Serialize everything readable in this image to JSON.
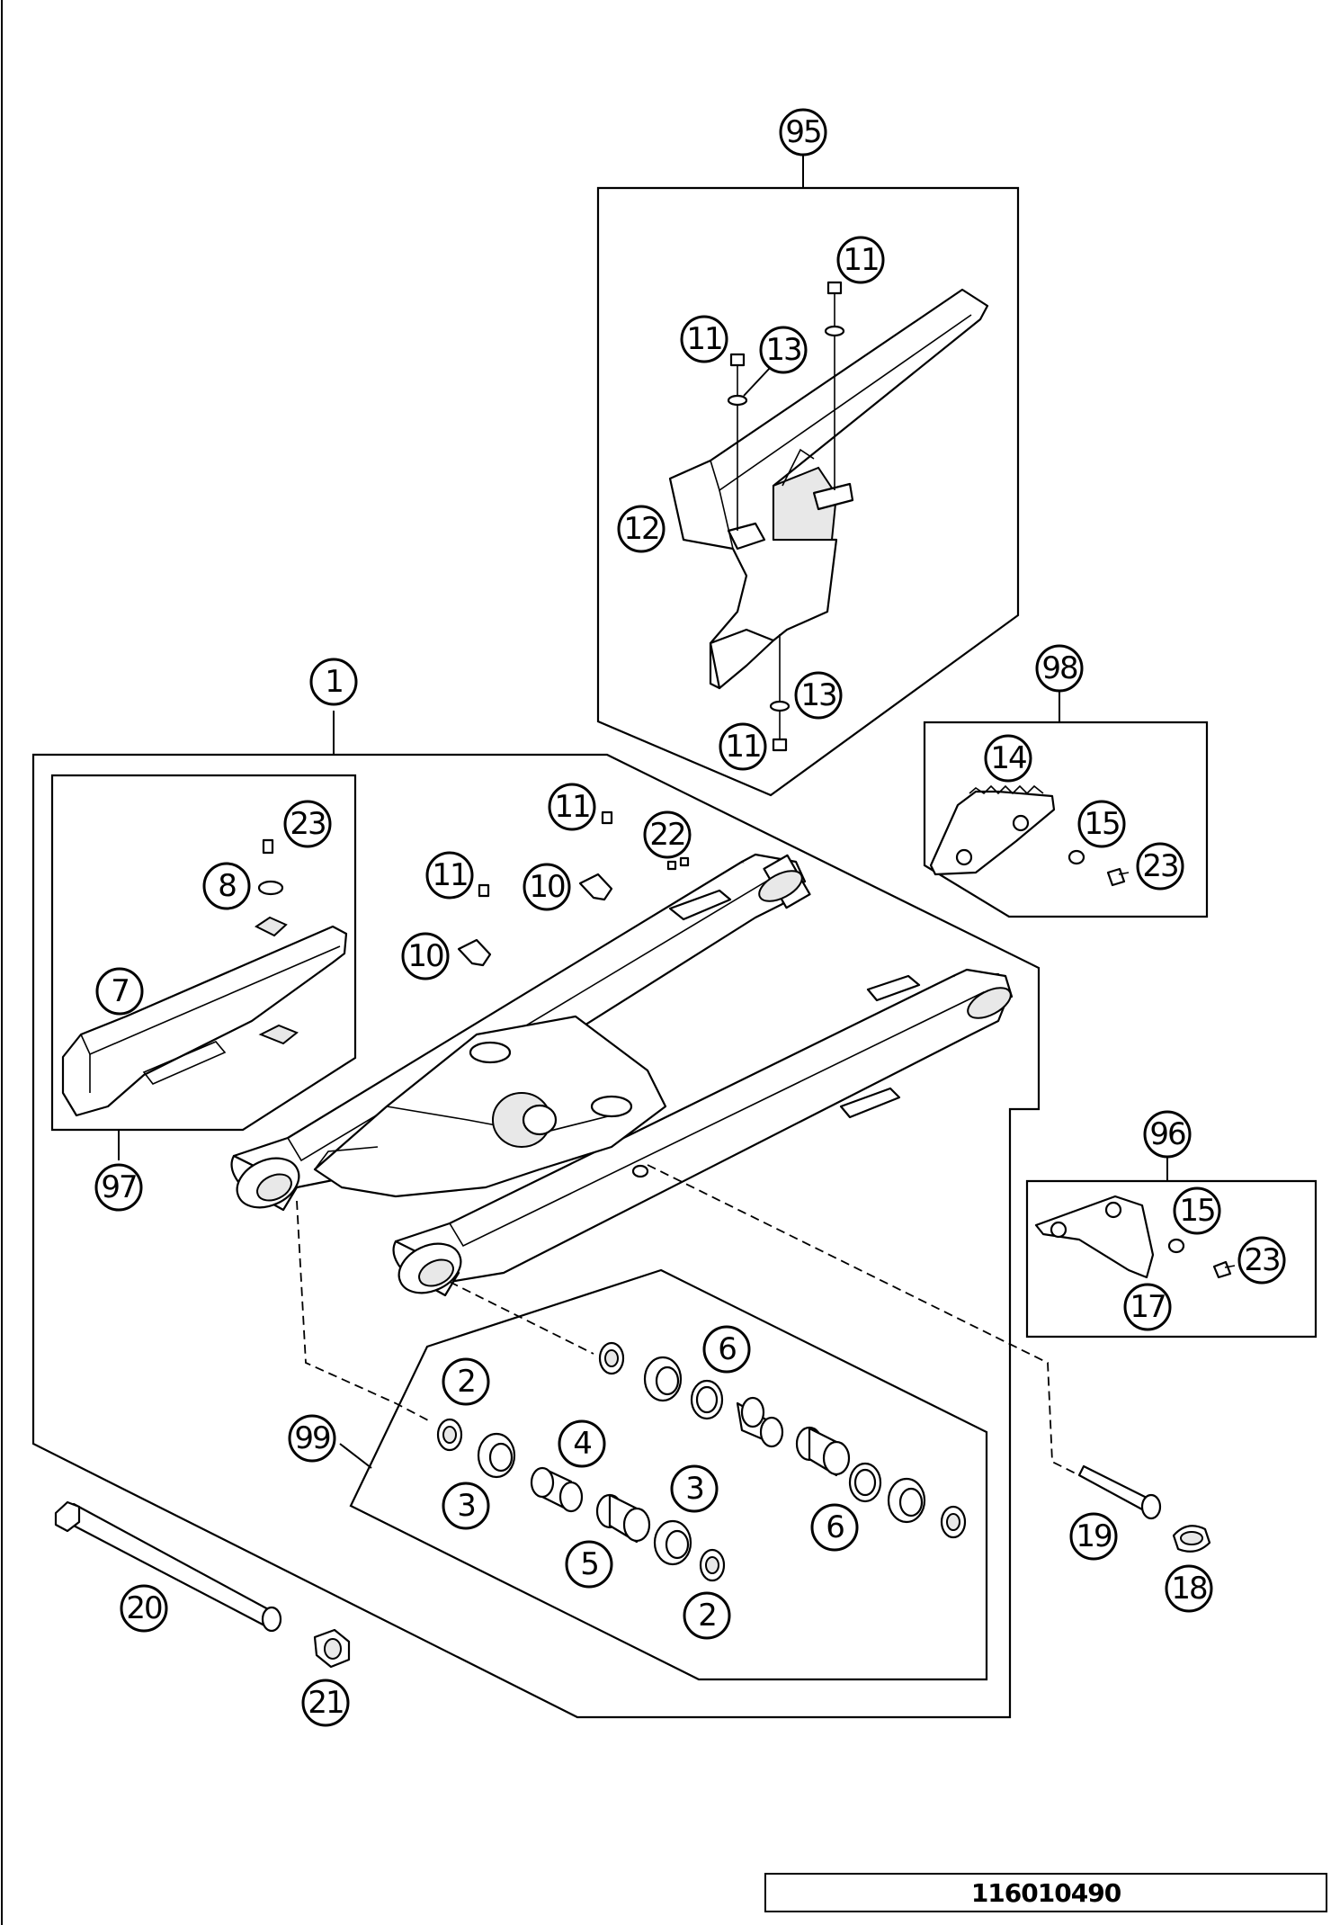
{
  "document": {
    "number": "116010490"
  },
  "callouts": [
    {
      "id": "c95",
      "label": "95"
    },
    {
      "id": "c11a",
      "label": "11"
    },
    {
      "id": "c11b",
      "label": "11"
    },
    {
      "id": "c13a",
      "label": "13"
    },
    {
      "id": "c12",
      "label": "12"
    },
    {
      "id": "c13b",
      "label": "13"
    },
    {
      "id": "c11c",
      "label": "11"
    },
    {
      "id": "c1",
      "label": "1"
    },
    {
      "id": "c98",
      "label": "98"
    },
    {
      "id": "c14",
      "label": "14"
    },
    {
      "id": "c15a",
      "label": "15"
    },
    {
      "id": "c23a",
      "label": "23"
    },
    {
      "id": "c23b",
      "label": "23"
    },
    {
      "id": "c8",
      "label": "8"
    },
    {
      "id": "c7",
      "label": "7"
    },
    {
      "id": "c97",
      "label": "97"
    },
    {
      "id": "c11d",
      "label": "11"
    },
    {
      "id": "c22",
      "label": "22"
    },
    {
      "id": "c11e",
      "label": "11"
    },
    {
      "id": "c10a",
      "label": "10"
    },
    {
      "id": "c10b",
      "label": "10"
    },
    {
      "id": "c96",
      "label": "96"
    },
    {
      "id": "c15b",
      "label": "15"
    },
    {
      "id": "c23c",
      "label": "23"
    },
    {
      "id": "c17",
      "label": "17"
    },
    {
      "id": "c6a",
      "label": "6"
    },
    {
      "id": "c2a",
      "label": "2"
    },
    {
      "id": "c99",
      "label": "99"
    },
    {
      "id": "c4",
      "label": "4"
    },
    {
      "id": "c3a",
      "label": "3"
    },
    {
      "id": "c3b",
      "label": "3"
    },
    {
      "id": "c6b",
      "label": "6"
    },
    {
      "id": "c5",
      "label": "5"
    },
    {
      "id": "c2b",
      "label": "2"
    },
    {
      "id": "c19",
      "label": "19"
    },
    {
      "id": "c18",
      "label": "18"
    },
    {
      "id": "c20",
      "label": "20"
    },
    {
      "id": "c21",
      "label": "21"
    }
  ]
}
